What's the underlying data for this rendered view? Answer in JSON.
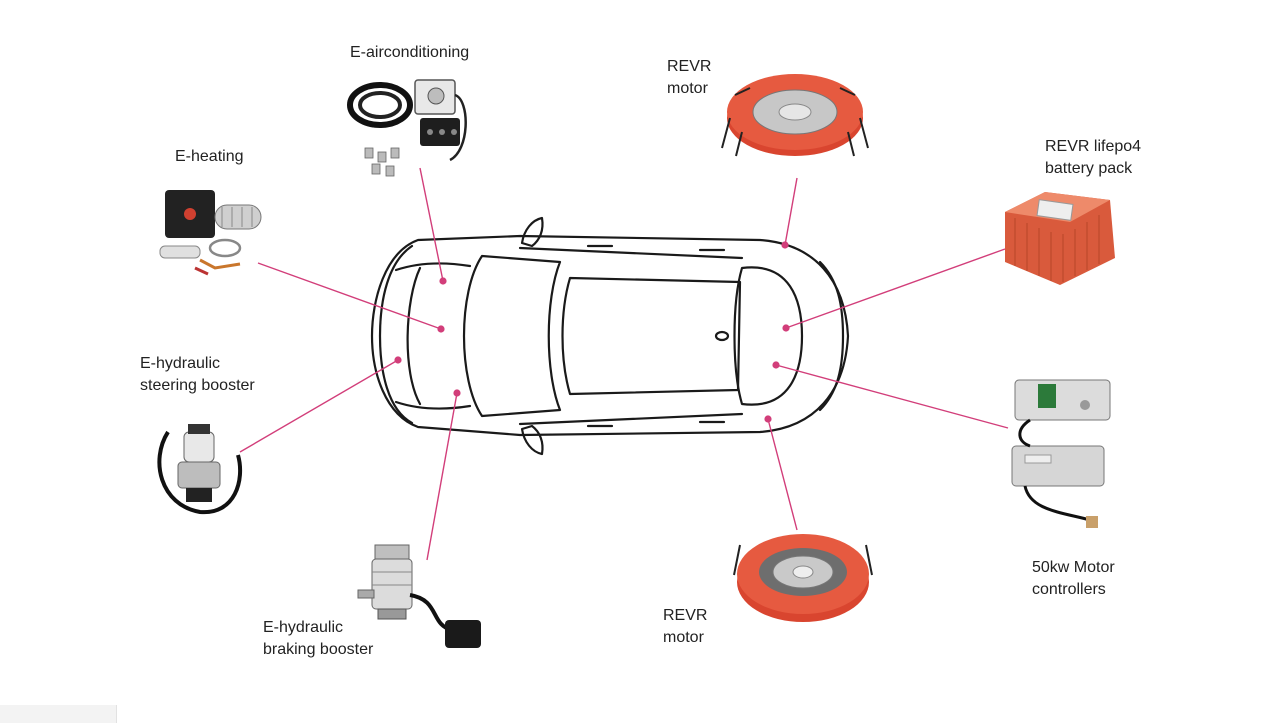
{
  "diagram": {
    "accent_color": "#d23e7a",
    "outline_color": "#1a1a1a",
    "motor_color": "#d9452f",
    "battery_color": "#df6a4a",
    "components": [
      {
        "id": "e-airconditioning",
        "label_lines": [
          "E-airconditioning"
        ]
      },
      {
        "id": "revr-motor-front",
        "label_lines": [
          "REVR",
          "motor"
        ]
      },
      {
        "id": "e-heating",
        "label_lines": [
          "E-heating"
        ]
      },
      {
        "id": "revr-battery",
        "label_lines": [
          "REVR lifepo4",
          "battery pack"
        ]
      },
      {
        "id": "e-hydraulic-steering",
        "label_lines": [
          "E-hydraulic",
          "steering booster"
        ]
      },
      {
        "id": "motor-controllers",
        "label_lines": [
          "50kw Motor",
          "controllers"
        ]
      },
      {
        "id": "e-hydraulic-braking",
        "label_lines": [
          "E-hydraulic",
          "braking booster"
        ]
      },
      {
        "id": "revr-motor-rear",
        "label_lines": [
          "REVR",
          "motor"
        ]
      }
    ]
  }
}
